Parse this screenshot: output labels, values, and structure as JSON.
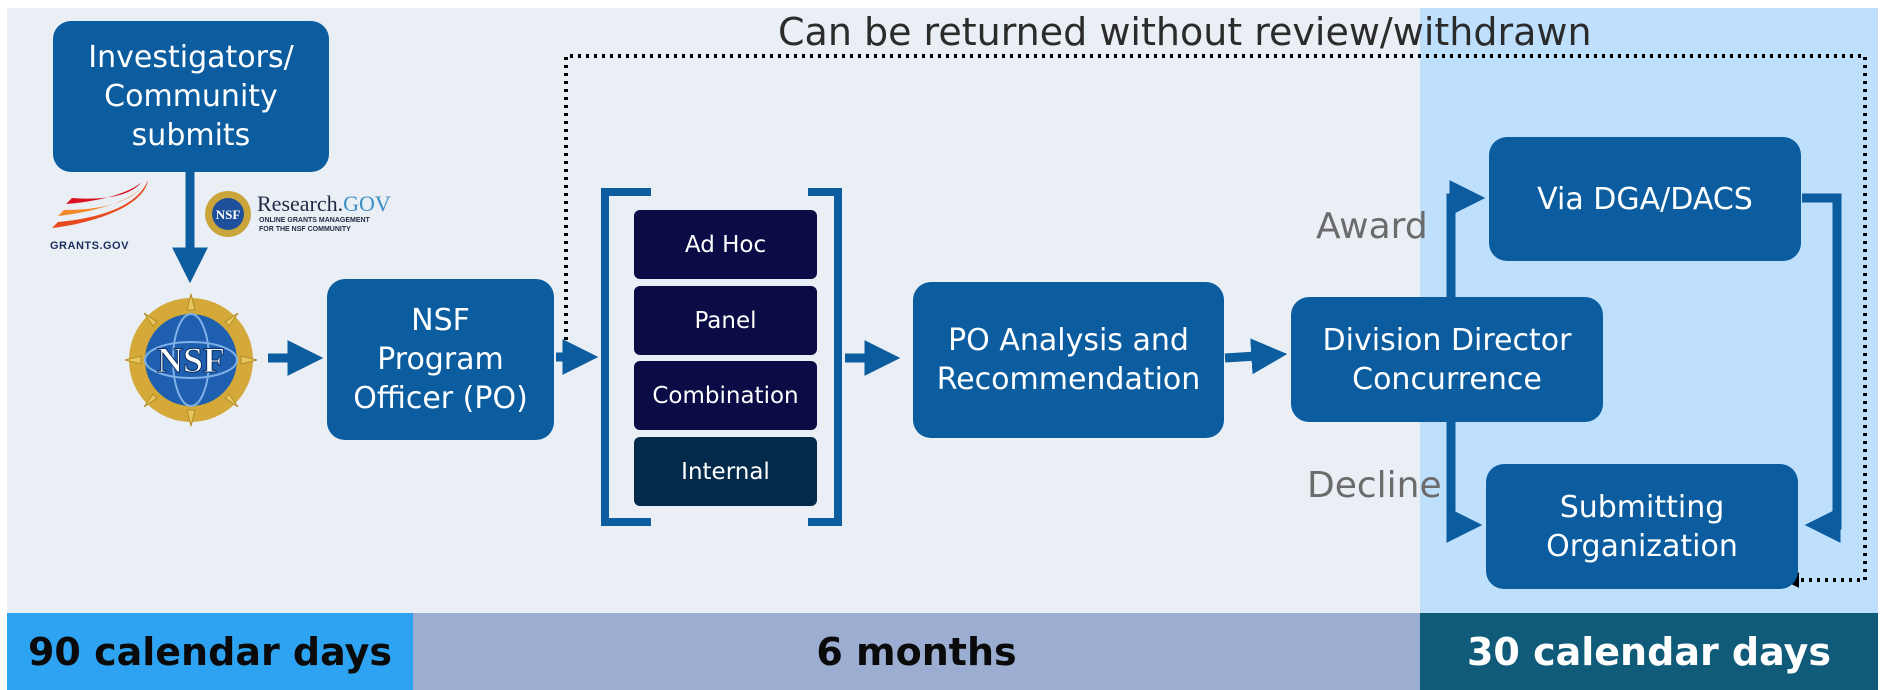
{
  "top_label": "Can be returned without review/withdrawn",
  "nodes": {
    "investigators": "Investigators/ Community submits",
    "program_officer": "NSF Program Officer (PO)",
    "po_analysis": "PO Analysis and Recommendation",
    "division_director": "Division Director Concurrence",
    "dga": "Via DGA/DACS",
    "submitting_org": "Submitting Organization"
  },
  "review_types": [
    "Ad Hoc",
    "Panel",
    "Combination",
    "Internal"
  ],
  "edge_labels": {
    "award": "Award",
    "decline": "Decline"
  },
  "timeline": [
    {
      "label": "90 calendar days",
      "color": "#2ea3f2"
    },
    {
      "label": "6 months",
      "color": "#9badd1"
    },
    {
      "label": "30 calendar days",
      "color": "#0f5b79"
    }
  ],
  "logos": {
    "grants_gov": "GRANTS.GOV",
    "research_gov": "Research.",
    "research_gov_suffix": "GOV",
    "research_gov_tagline_1": "ONLINE GRANTS MANAGEMENT",
    "research_gov_tagline_2": "FOR THE NSF COMMUNITY",
    "nsf_seal": "NSF"
  },
  "colors": {
    "process_box": "#0b5da0",
    "review_box": "#0b0b45",
    "internal_box": "#032a4a",
    "arrow": "#0b5da0",
    "background": "#eaeef5",
    "final_stage_background": "#bee0fd"
  }
}
